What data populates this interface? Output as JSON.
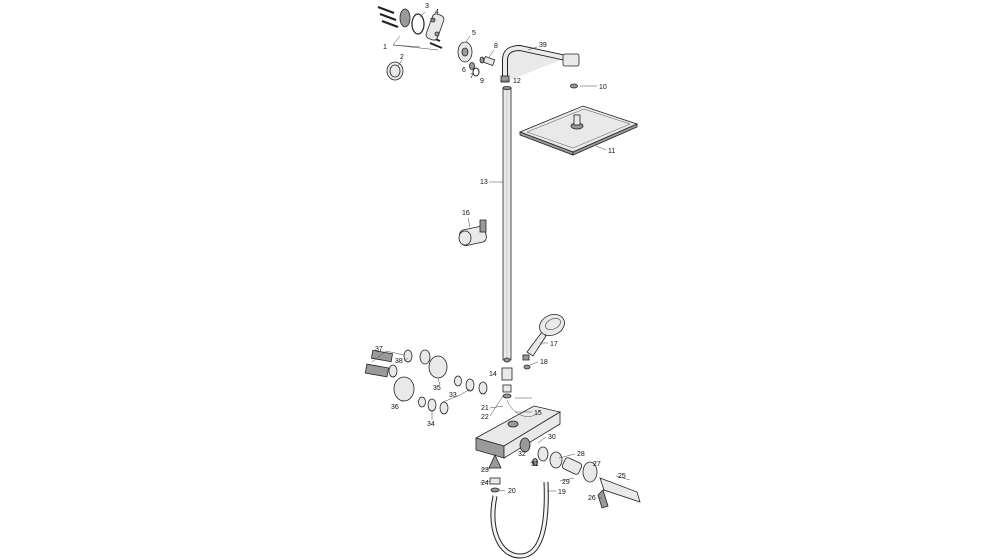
{
  "labels": [
    "1",
    "2",
    "3",
    "4",
    "5",
    "6",
    "7",
    "8",
    "9",
    "10",
    "11",
    "12",
    "13",
    "14",
    "15",
    "16",
    "17",
    "18",
    "19",
    "20",
    "21",
    "22",
    "23",
    "24",
    "25",
    "26",
    "27",
    "28",
    "29",
    "30",
    "31",
    "32",
    "33",
    "34",
    "35",
    "36",
    "37",
    "38",
    "39"
  ]
}
